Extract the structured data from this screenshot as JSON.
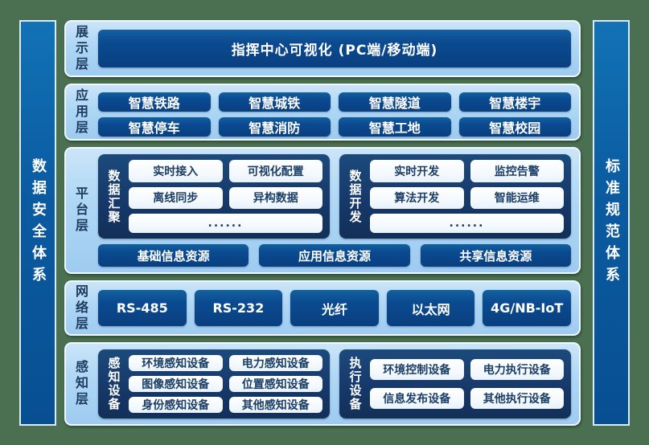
{
  "colors": {
    "background_green": "#4a7051",
    "panel_light_blue": "#b0d8f5",
    "node_dark_blue": "#0b4a90",
    "group_navy": "#16396a",
    "pillar_blue": "#0b5aa0",
    "label_text": "#1e3c62",
    "white_node_text": "#1b3e66"
  },
  "left_sidebar": {
    "label": "数据安全体系"
  },
  "right_sidebar": {
    "label": "标准规范体系"
  },
  "layers": [
    {
      "label": "展示层",
      "main_button": "指挥中心可视化 (PC端/移动端)"
    },
    {
      "label": "应用层",
      "buttons": [
        "智慧铁路",
        "智慧城铁",
        "智慧隧道",
        "智慧楼宇",
        "智慧停车",
        "智慧消防",
        "智慧工地",
        "智慧校园"
      ]
    },
    {
      "label": "平台层",
      "groups": [
        {
          "label": "数据汇聚",
          "buttons": [
            "实时接入",
            "可视化配置",
            "离线同步",
            "异构数据"
          ],
          "more": "......"
        },
        {
          "label": "数据开发",
          "buttons": [
            "实时开发",
            "监控告警",
            "算法开发",
            "智能运维"
          ],
          "more": "......"
        }
      ],
      "resources": [
        "基础信息资源",
        "应用信息资源",
        "共享信息资源"
      ]
    },
    {
      "label": "网络层",
      "buttons": [
        "RS-485",
        "RS-232",
        "光纤",
        "以太网",
        "4G/NB-IoT"
      ]
    },
    {
      "label": "感知层",
      "groups": [
        {
          "label": "感知设备",
          "buttons": [
            "环境感知设备",
            "电力感知设备",
            "图像感知设备",
            "位置感知设备",
            "身份感知设备",
            "其他感知设备"
          ]
        },
        {
          "label": "执行设备",
          "buttons": [
            "环境控制设备",
            "电力执行设备",
            "信息发布设备",
            "其他执行设备"
          ]
        }
      ]
    }
  ]
}
